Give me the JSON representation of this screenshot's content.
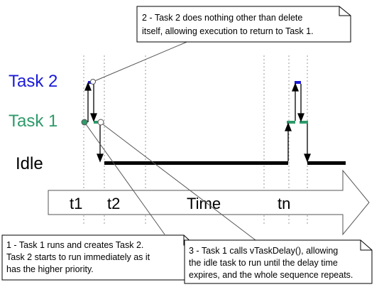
{
  "labels": {
    "task2": "Task 2",
    "task1": "Task 1",
    "idle": "Idle"
  },
  "timeline": {
    "axis_label": "Time",
    "ticks": [
      "t1",
      "t2",
      "tn"
    ]
  },
  "notes": [
    {
      "lines": [
        "2 - Task 2 does nothing other than delete",
        "itself, allowing execution to return to Task 1."
      ]
    },
    {
      "lines": [
        "1 - Task 1 runs and creates Task 2.",
        "Task 2 starts to run immediately as it",
        "has the higher priority."
      ]
    },
    {
      "lines": [
        "3 - Task 1 calls vTaskDelay(), allowing",
        "the idle task to run until the delay time",
        "expires, and the whole sequence repeats."
      ]
    }
  ],
  "colors": {
    "task2": "#1a1ad8",
    "task1": "#2e9a6a",
    "idle": "#000000",
    "timeline_fill": "#ffffff",
    "timeline_stroke": "#555555"
  }
}
